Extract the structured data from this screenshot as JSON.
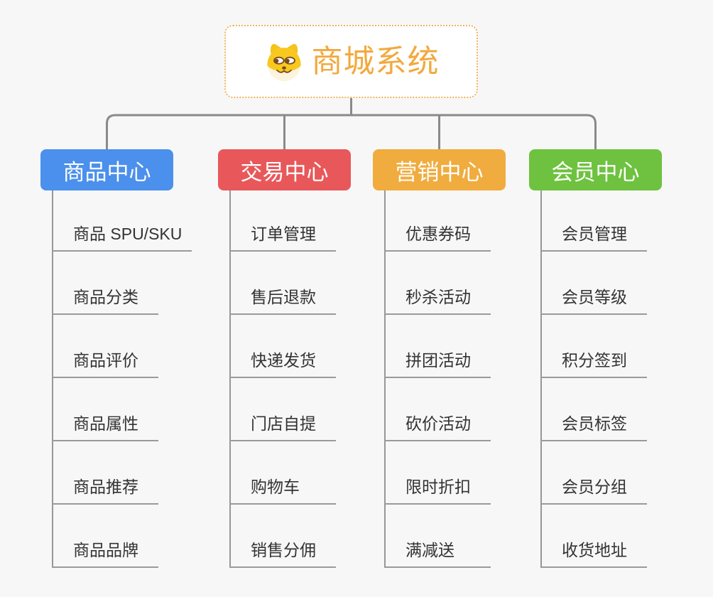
{
  "app": {
    "background_color": "#f7f7f7",
    "connector_color": "#8a8a8a",
    "leaf_line_color": "#9a9a9a"
  },
  "root": {
    "title": "商城系统",
    "icon": "doge-face-icon",
    "text_color": "#f2a93d",
    "border_color": "#f0b35a"
  },
  "branches": [
    {
      "label": "商品中心",
      "color": "#4a90ec",
      "children": [
        "商品 SPU/SKU",
        "商品分类",
        "商品评价",
        "商品属性",
        "商品推荐",
        "商品品牌"
      ]
    },
    {
      "label": "交易中心",
      "color": "#e8585a",
      "children": [
        "订单管理",
        "售后退款",
        "快递发货",
        "门店自提",
        "购物车",
        "销售分佣"
      ]
    },
    {
      "label": "营销中心",
      "color": "#f0ac3e",
      "children": [
        "优惠券码",
        "秒杀活动",
        "拼团活动",
        "砍价活动",
        "限时折扣",
        "满减送"
      ]
    },
    {
      "label": "会员中心",
      "color": "#6ec23f",
      "children": [
        "会员管理",
        "会员等级",
        "积分签到",
        "会员标签",
        "会员分组",
        "收货地址"
      ]
    }
  ]
}
